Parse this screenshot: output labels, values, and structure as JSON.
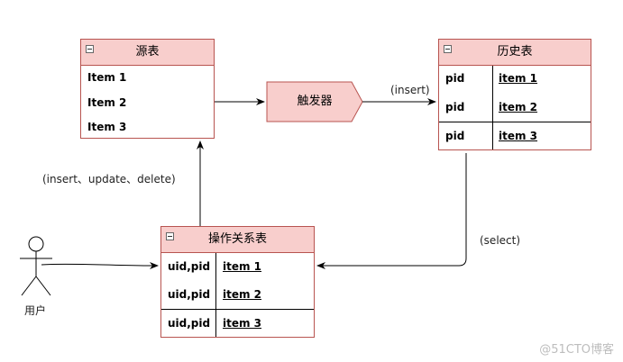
{
  "source_table": {
    "title": "源表",
    "rows": [
      "Item 1",
      "Item 2",
      "Item 3"
    ]
  },
  "history_table": {
    "title": "历史表",
    "rows": [
      {
        "key": "pid",
        "value": "item 1"
      },
      {
        "key": "pid",
        "value": "item 2"
      },
      {
        "key": "pid",
        "value": "item 3"
      }
    ]
  },
  "relation_table": {
    "title": "操作关系表",
    "rows": [
      {
        "key": "uid,pid",
        "value": "item 1"
      },
      {
        "key": "uid,pid",
        "value": "item 2"
      },
      {
        "key": "uid,pid",
        "value": "item 3"
      }
    ]
  },
  "trigger": {
    "label": "触发器"
  },
  "edge_labels": {
    "insert": "(insert)",
    "insert_update_delete": "(insert、update、delete)",
    "select": "(select)"
  },
  "actor": {
    "label": "用户"
  },
  "watermark": "@51CTO博客",
  "colors": {
    "entity_fill": "#f8cecc",
    "entity_stroke": "#b85450"
  }
}
